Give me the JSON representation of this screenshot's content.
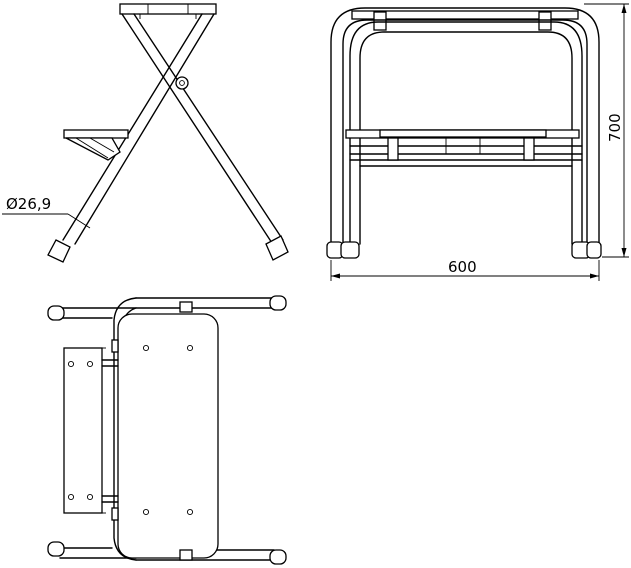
{
  "drawing": {
    "labels": {
      "tube_diameter": "Ø26,9",
      "width_dimension": "600",
      "height_dimension": "700"
    }
  }
}
